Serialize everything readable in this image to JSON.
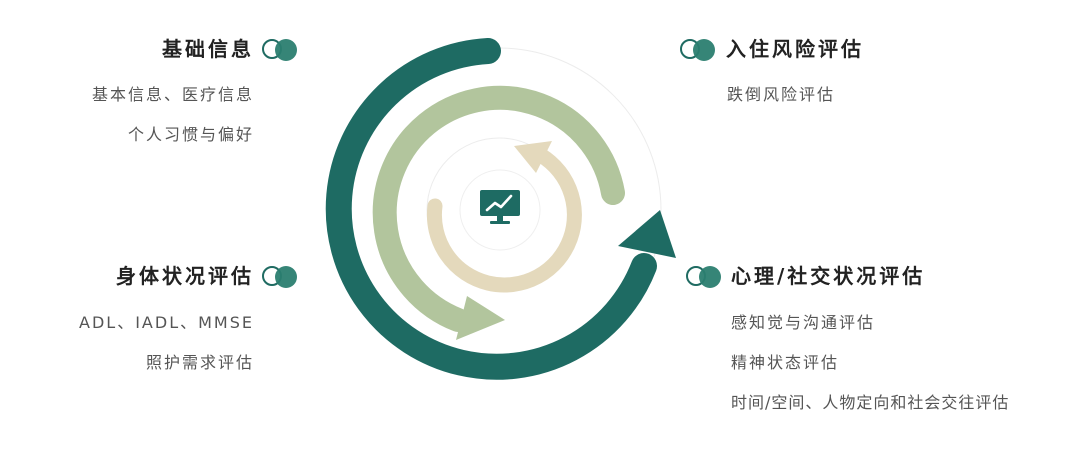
{
  "sections": {
    "basic": {
      "title": "基础信息",
      "items": [
        "基本信息、医疗信息",
        "个人习惯与偏好"
      ]
    },
    "risk": {
      "title": "入住风险评估",
      "items": [
        "跌倒风险评估"
      ]
    },
    "physical": {
      "title": "身体状况评估",
      "items": [
        "ADL、IADL、MMSE",
        "照护需求评估"
      ]
    },
    "mental": {
      "title": "心理/社交状况评估",
      "items": [
        "感知觉与沟通评估",
        "精神状态评估",
        "时间/空间、人物定向和社会交往评估"
      ]
    }
  },
  "center_icon": "monitor-chart-icon",
  "colors": {
    "outer_ring": "#1e6b63",
    "middle_ring": "#b2c59d",
    "inner_ring": "#e4d9bc",
    "accent": "#2b7e70",
    "text_title": "#222222",
    "text_item": "#555555"
  }
}
